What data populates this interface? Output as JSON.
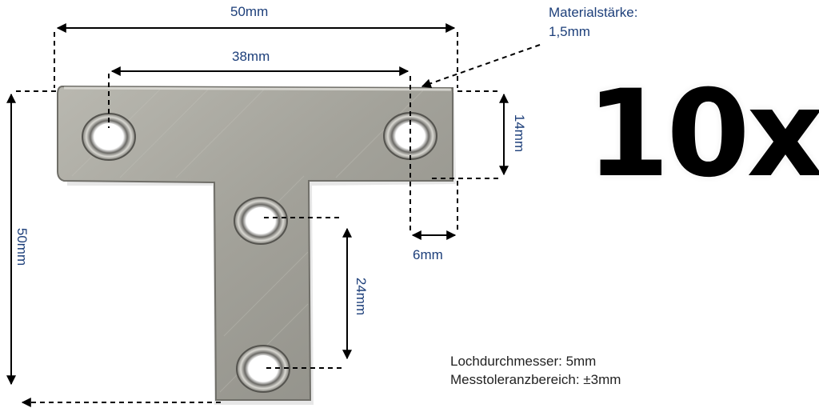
{
  "dimensions": {
    "top_width": "50mm",
    "hole_spacing_top": "38mm",
    "flange_height": "14mm",
    "material_offset": "6mm",
    "total_height": "50mm",
    "hole_spacing_leg": "24mm"
  },
  "material": {
    "label": "Materialstärke:",
    "value": "1,5mm"
  },
  "quantity": "10x",
  "notes": {
    "hole_diameter": "Lochdurchmesser: 5mm",
    "tolerance": "Messtoleranzbereich: ±3mm"
  },
  "colors": {
    "label_text": "#1d3f7a",
    "plate": "#a8a79f",
    "background": "#ffffff"
  }
}
